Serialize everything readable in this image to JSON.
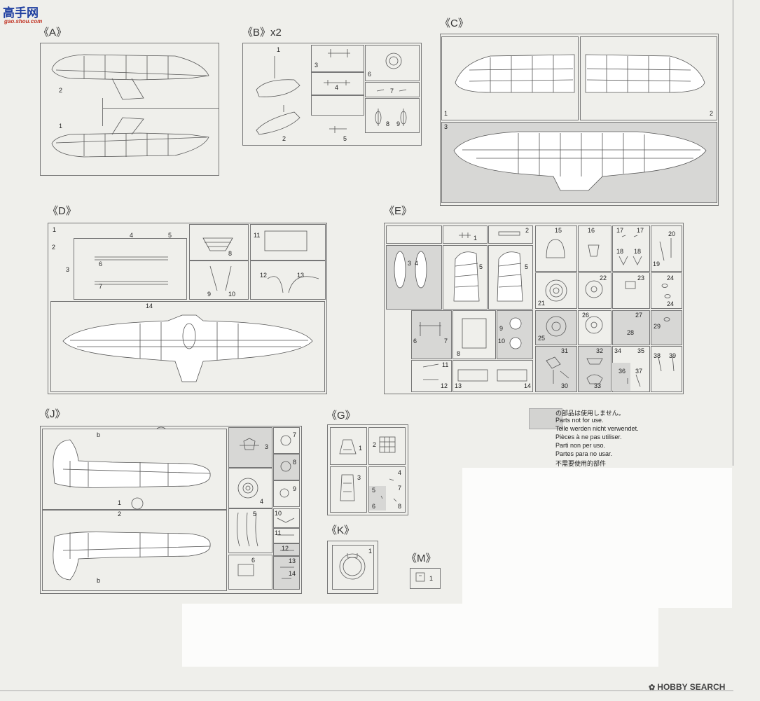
{
  "watermark": {
    "site": "高手网",
    "domain": "gao.shou.com"
  },
  "sheets": {
    "A": {
      "label": "《A》",
      "parts": [
        "2",
        "1"
      ]
    },
    "B": {
      "label": "《B》x2",
      "parts": [
        "1",
        "3",
        "4",
        "6",
        "7",
        "8",
        "9",
        "2",
        "5"
      ]
    },
    "C": {
      "label": "《C》",
      "parts": [
        "1",
        "2",
        "3"
      ]
    },
    "D": {
      "label": "《D》",
      "parts": [
        "1",
        "4",
        "5",
        "2",
        "3",
        "6",
        "7",
        "8",
        "11",
        "12",
        "13",
        "9",
        "10",
        "14"
      ]
    },
    "E": {
      "label": "《E》",
      "parts": [
        "1",
        "2",
        "15",
        "16",
        "17",
        "17",
        "20",
        "3",
        "4",
        "5",
        "5",
        "18",
        "18",
        "19",
        "22",
        "23",
        "24",
        "21",
        "24",
        "26",
        "27",
        "28",
        "29",
        "25",
        "9",
        "10",
        "6",
        "7",
        "8",
        "31",
        "32",
        "34",
        "35",
        "38",
        "39",
        "36",
        "37",
        "30",
        "33",
        "11",
        "12",
        "13",
        "14"
      ]
    },
    "G": {
      "label": "《G》",
      "parts": [
        "1",
        "2",
        "3",
        "4",
        "5",
        "7",
        "6",
        "8"
      ]
    },
    "J": {
      "label": "《J》",
      "parts": [
        "b",
        "3",
        "7",
        "8",
        "1",
        "2",
        "4",
        "9",
        "5",
        "10",
        "11",
        "12",
        "6",
        "13",
        "14",
        "b"
      ]
    },
    "K": {
      "label": "《K》",
      "parts": [
        "1"
      ]
    },
    "M": {
      "label": "《M》",
      "parts": [
        "1"
      ]
    }
  },
  "legend": {
    "lines": [
      "の部品は使用しません。",
      "Parts not for use.",
      "Teile werden nicht verwendet.",
      "Pièces à ne pas utiliser.",
      "Parti non per uso.",
      "Partes para no usar.",
      "不需要使用的部件"
    ],
    "swatch_color": "#d3d3d1"
  },
  "footer": {
    "brand": "HOBBY SEARCH"
  }
}
